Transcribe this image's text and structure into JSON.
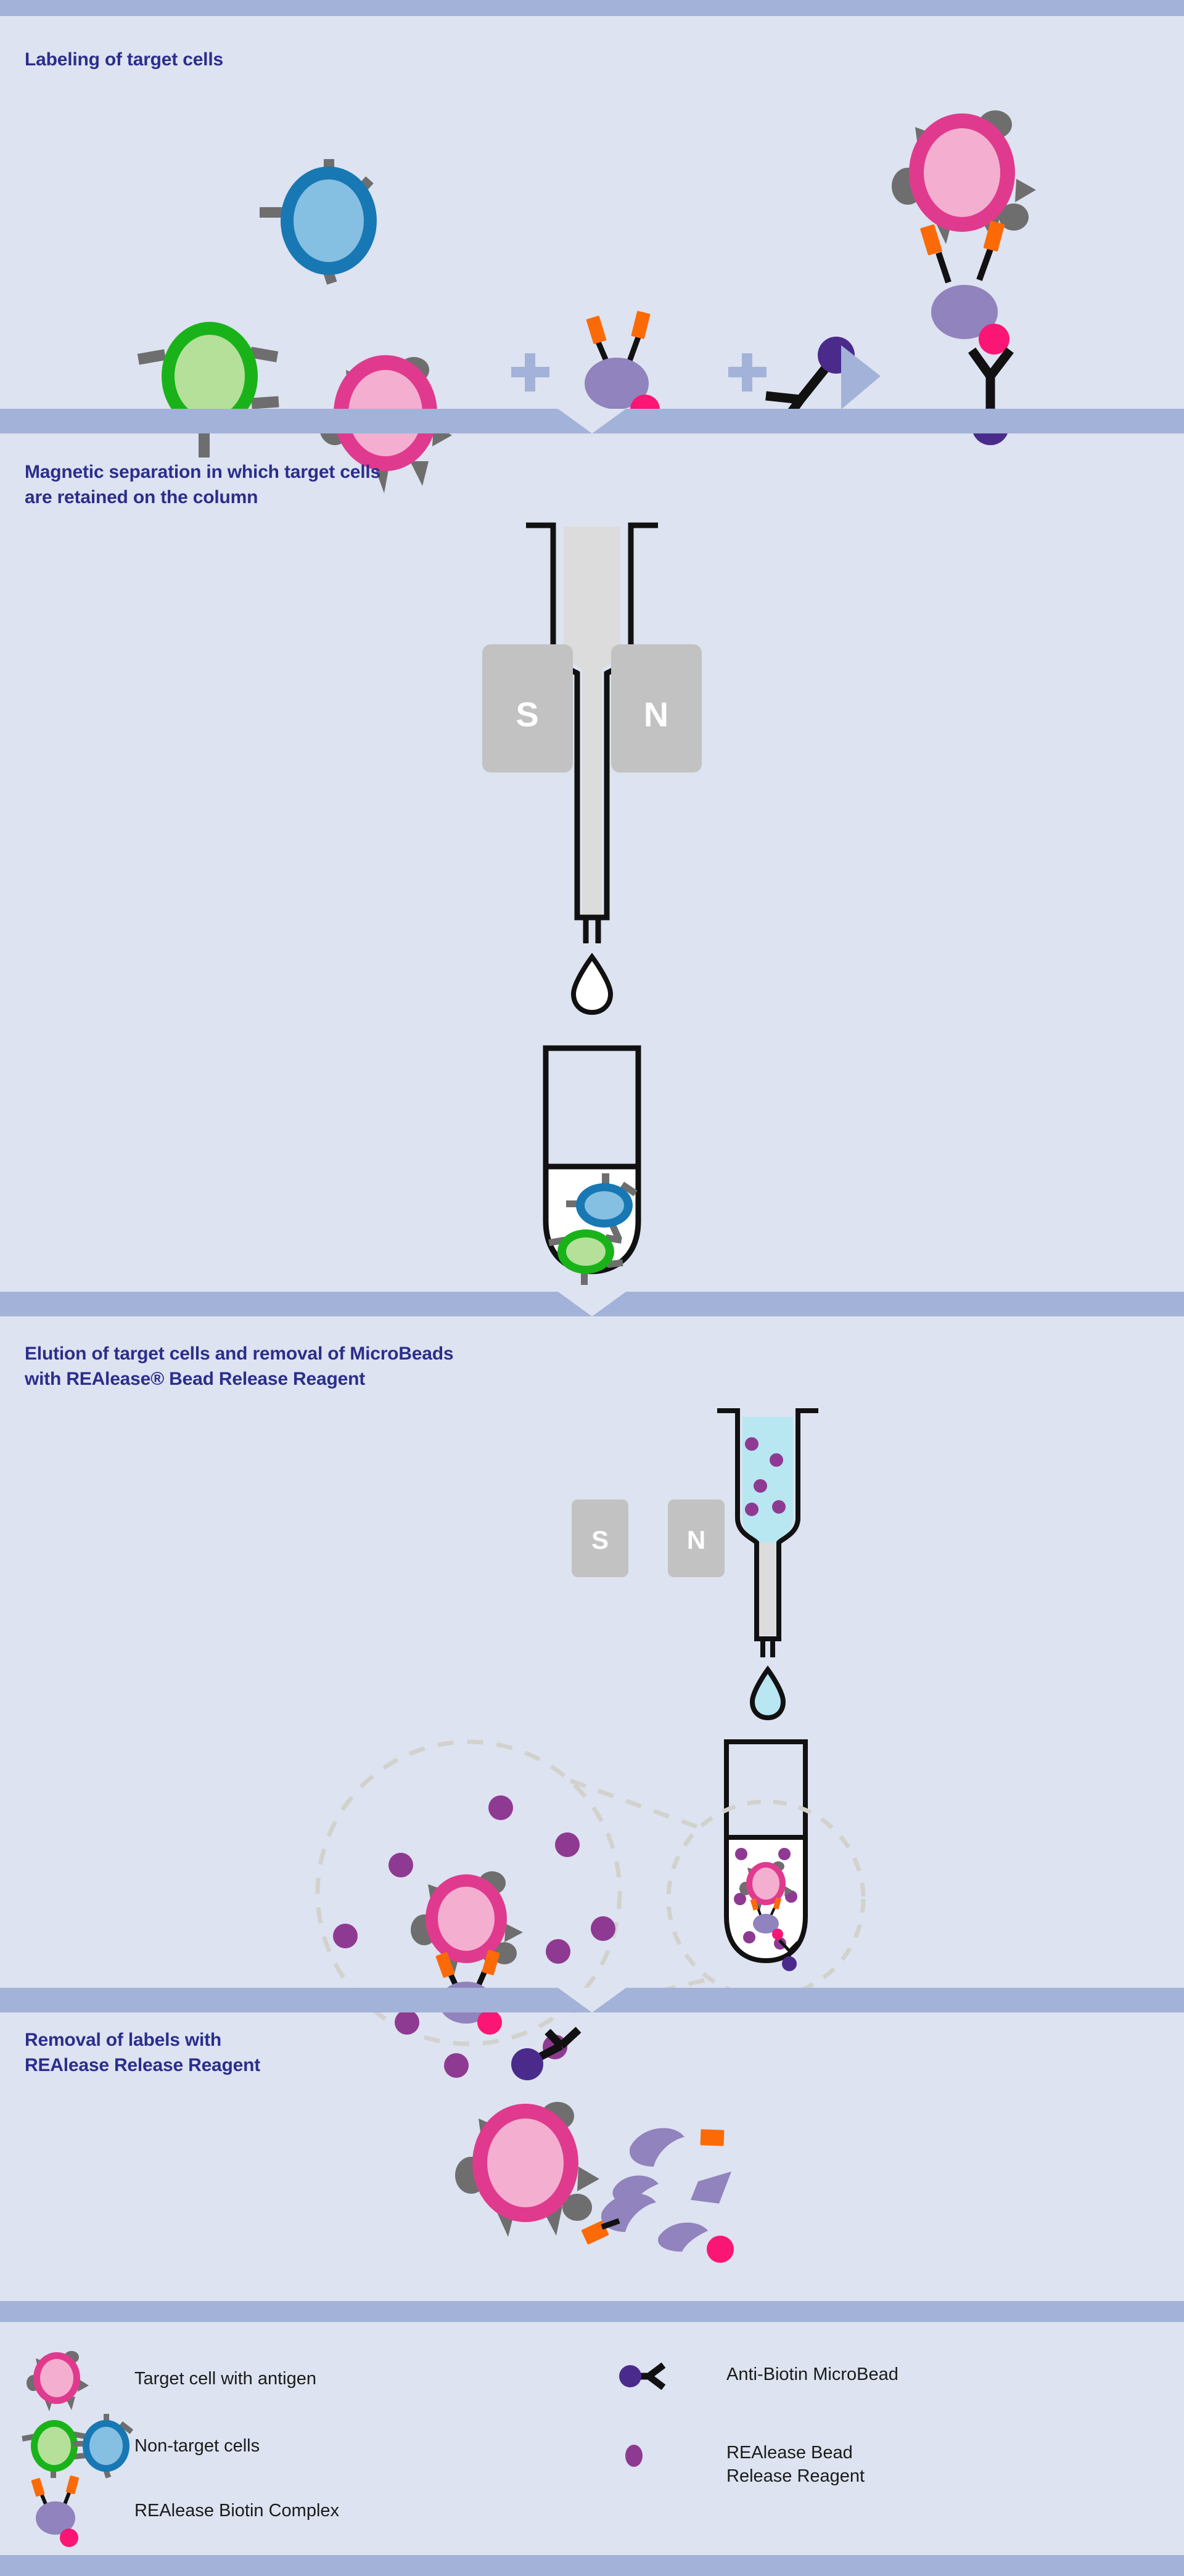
{
  "figure": {
    "background_color": "#dde3f0",
    "bar_color": "#a3b2d8",
    "title_color": "#2b2e8c",
    "legend_text_color": "#1b1b1b"
  },
  "panels": [
    {
      "id": "labeling",
      "title": "Labeling of target cells",
      "elements": {
        "plus_1": "+",
        "plus_2": "+",
        "arrow": "right-arrow"
      }
    },
    {
      "id": "magnetic-separation",
      "title": "Magnetic separation in which target cells\nare retained on the column",
      "elements": {
        "magnet_south": "S",
        "magnet_north": "N"
      }
    },
    {
      "id": "elution",
      "title": "Elution of target cells and removal of MicroBeads\nwith REAlease® Bead Release Reagent",
      "elements": {
        "magnet_south": "S",
        "magnet_north": "N"
      }
    },
    {
      "id": "removal-of-labels",
      "title": "Removal of labels with\nREAlease Release Reagent",
      "elements": {}
    }
  ],
  "legend": {
    "left_column": [
      {
        "icon": "target-cell-icon",
        "label": "Target cell with antigen"
      },
      {
        "icon": "non-target-cells-icon",
        "label": "Non-target cells"
      },
      {
        "icon": "realease-biotin-complex-icon",
        "label": "REAlease Biotin Complex"
      }
    ],
    "right_column": [
      {
        "icon": "anti-biotin-microbead-icon",
        "label": "Anti-Biotin MicroBead"
      },
      {
        "icon": "realease-bead-release-reagent-icon",
        "label": "REAlease Bead\nRelease Reagent"
      }
    ]
  },
  "colors": {
    "target_cell_rim": "#e03a8e",
    "target_cell_core": "#f4afd0",
    "non_target_green_rim": "#19b319",
    "non_target_green_core": "#b5e09a",
    "non_target_blue_rim": "#1878b4",
    "non_target_blue_core": "#85bfe2",
    "antigen_gray": "#6e6e6e",
    "complex_purple": "#9183bd",
    "biotin_orange": "#fc6a07",
    "magenta_dot": "#fb1575",
    "microbead_indigo": "#4a2b8c",
    "reagent_purple": "#8e3a92",
    "magnet_gray": "#c2c2c2",
    "column_fill": "#dcdcdc",
    "liquid_blue": "#b8e7f2",
    "tube_white": "#ffffff",
    "dash_gray": "#d2d2cd"
  }
}
